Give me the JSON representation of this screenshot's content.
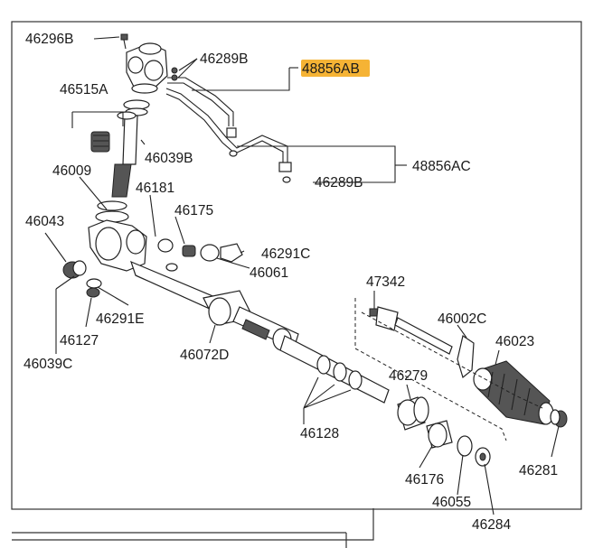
{
  "diagram": {
    "highlight_color": "#f5b335",
    "labels": [
      {
        "id": "46296B",
        "text": "46296B"
      },
      {
        "id": "46289B_top",
        "text": "46289B"
      },
      {
        "id": "48856AB",
        "text": "48856AB",
        "highlighted": true
      },
      {
        "id": "46515A",
        "text": "46515A"
      },
      {
        "id": "46039B",
        "text": "46039B"
      },
      {
        "id": "48856AC",
        "text": "48856AC"
      },
      {
        "id": "46009",
        "text": "46009"
      },
      {
        "id": "46289B_bottom",
        "text": "46289B"
      },
      {
        "id": "46181",
        "text": "46181"
      },
      {
        "id": "46175",
        "text": "46175"
      },
      {
        "id": "46043",
        "text": "46043"
      },
      {
        "id": "46291C",
        "text": "46291C"
      },
      {
        "id": "46061",
        "text": "46061"
      },
      {
        "id": "47342",
        "text": "47342"
      },
      {
        "id": "46291E",
        "text": "46291E"
      },
      {
        "id": "46002C",
        "text": "46002C"
      },
      {
        "id": "46127",
        "text": "46127"
      },
      {
        "id": "46023",
        "text": "46023"
      },
      {
        "id": "46072D",
        "text": "46072D"
      },
      {
        "id": "46039C",
        "text": "46039C"
      },
      {
        "id": "46279",
        "text": "46279"
      },
      {
        "id": "46128",
        "text": "46128"
      },
      {
        "id": "46281",
        "text": "46281"
      },
      {
        "id": "46176",
        "text": "46176"
      },
      {
        "id": "46055",
        "text": "46055"
      },
      {
        "id": "46284",
        "text": "46284"
      }
    ]
  }
}
